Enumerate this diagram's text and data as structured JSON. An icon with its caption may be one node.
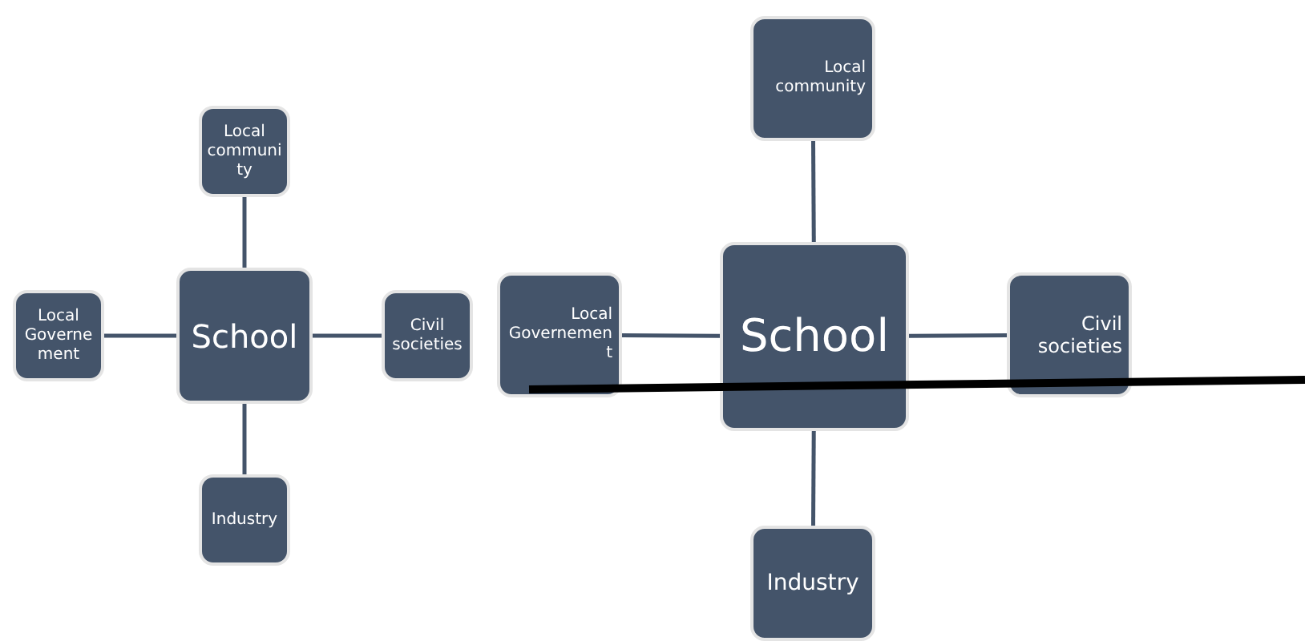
{
  "diagram": {
    "nodes": [
      {
        "text": [
          "Local community"
        ]
      },
      {
        "text": [
          "Local Governement"
        ]
      },
      {
        "text": [
          "School"
        ]
      },
      {
        "text": [
          "Civil societies"
        ]
      },
      {
        "text": [
          "Industry"
        ]
      },
      {
        "text": [
          "Local community"
        ]
      },
      {
        "text": [
          "Local Governement"
        ]
      },
      {
        "text": [
          "School"
        ]
      },
      {
        "text": [
          "Civil societies"
        ]
      },
      {
        "text": [
          "Industry"
        ]
      }
    ],
    "edges": [
      {
        "from": 2,
        "to": 0,
        "arrow": "none"
      },
      {
        "from": 2,
        "to": 1,
        "arrow": "none"
      },
      {
        "from": 2,
        "to": 3,
        "arrow": "none"
      },
      {
        "from": 2,
        "to": 4,
        "arrow": "none"
      },
      {
        "from": 7,
        "to": 5,
        "arrow": "none"
      },
      {
        "from": 7,
        "to": 6,
        "arrow": "none"
      },
      {
        "from": 7,
        "to": 8,
        "arrow": "none"
      },
      {
        "from": 7,
        "to": 9,
        "arrow": "none"
      },
      {
        "from": 6,
        "to": null,
        "arrow": "none",
        "style": "thick",
        "color": "#000000"
      }
    ]
  }
}
